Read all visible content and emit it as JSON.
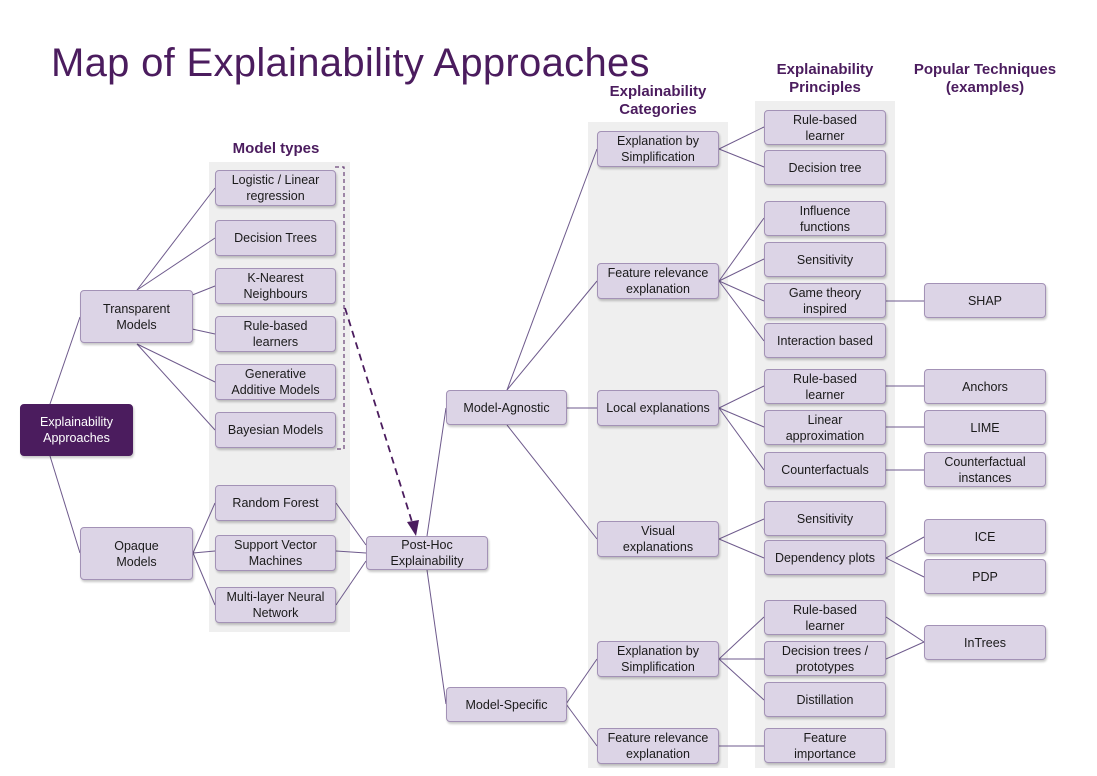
{
  "title": "Map of Explainability Approaches",
  "colors": {
    "accent": "#4b1c5e",
    "node_fill": "#dcd4e6",
    "node_border": "#a392b6",
    "column_bg": "#efefef",
    "connector": "#6e5a8c"
  },
  "headers": {
    "model_types": "Model types",
    "categories": "Explainability\nCategories",
    "principles": "Explainability\nPrinciples",
    "techniques": "Popular Techniques\n(examples)"
  },
  "nodes": {
    "root": "Explainability\nApproaches",
    "transparent": "Transparent\nModels",
    "opaque": "Opaque\nModels",
    "logistic": "Logistic / Linear\nregression",
    "dtrees": "Decision Trees",
    "knn": "K-Nearest\nNeighbours",
    "rule_learners": "Rule-based\nlearners",
    "gam": "Generative\nAdditive Models",
    "bayes": "Bayesian Models",
    "rf": "Random Forest",
    "svm": "Support Vector\nMachines",
    "mlp": "Multi-layer Neural\nNetwork",
    "posthoc": "Post-Hoc\nExplainability",
    "agnostic": "Model-Agnostic",
    "specific": "Model-Specific",
    "cat_simplification_1": "Explanation by\nSimplification",
    "cat_feature_rel_1": "Feature relevance\nexplanation",
    "cat_local": "Local explanations",
    "cat_visual": "Visual\nexplanations",
    "cat_simplification_2": "Explanation by\nSimplification",
    "cat_feature_rel_2": "Feature relevance\nexplanation",
    "p_rule_1": "Rule-based\nlearner",
    "p_dtree": "Decision tree",
    "p_influence": "Influence\nfunctions",
    "p_sensitivity_1": "Sensitivity",
    "p_game": "Game theory\ninspired",
    "p_interaction": "Interaction based",
    "p_rule_2": "Rule-based\nlearner",
    "p_linear": "Linear\napproximation",
    "p_counterfactuals": "Counterfactuals",
    "p_sensitivity_2": "Sensitivity",
    "p_dependency": "Dependency plots",
    "p_rule_3": "Rule-based\nlearner",
    "p_dtree_proto": "Decision trees /\nprototypes",
    "p_distillation": "Distillation",
    "p_feature_importance": "Feature\nimportance",
    "t_shap": "SHAP",
    "t_anchors": "Anchors",
    "t_lime": "LIME",
    "t_counterfactual": "Counterfactual\ninstances",
    "t_ice": "ICE",
    "t_pdp": "PDP",
    "t_intrees": "InTrees"
  }
}
